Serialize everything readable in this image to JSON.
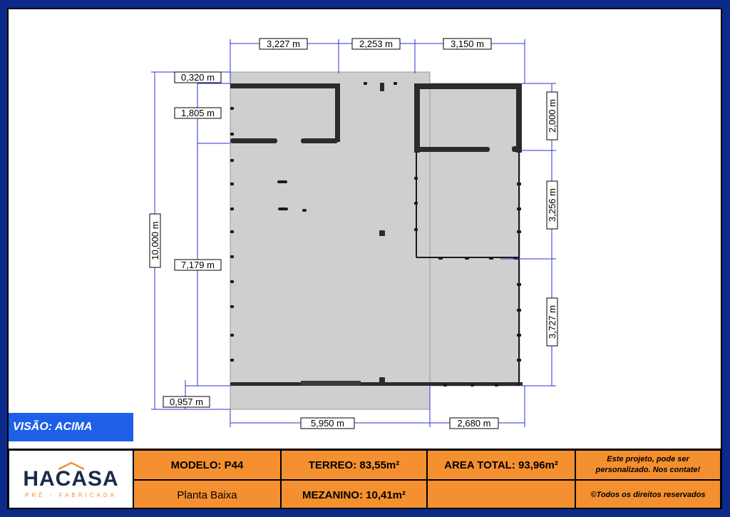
{
  "dimensions": {
    "top": [
      "3,227 m",
      "2,253 m",
      "3,150 m"
    ],
    "left": [
      "0,320 m",
      "1,805 m",
      "7,179 m",
      "0,957 m"
    ],
    "left_total": "10,000 m",
    "right": [
      "2,000 m",
      "3,256 m",
      "3,727 m"
    ],
    "bottom": [
      "5,950 m",
      "2,680 m"
    ]
  },
  "view_label": "VISÃO: ACIMA",
  "logo": {
    "word": "HACASA",
    "sub": "PRÉ - FABRICADA"
  },
  "footer": {
    "modelo": "MODELO: P44",
    "terreo": "TERREO: 83,55m²",
    "area_total": "AREA TOTAL: 93,96m²",
    "note": "Este projeto, pode ser personalizado. Nos contate!",
    "planta": "Planta Baixa",
    "mezanino": "MEZANINO: 10,41m²",
    "copyright": "©Todos os direitos reservados"
  },
  "colors": {
    "frame": "#0b2a8a",
    "accent": "#f4902f",
    "view_tag": "#1f5fe8",
    "floor": "#cfcfcf",
    "wall": "#2b2b2b",
    "dimension_line": "#2a33d6"
  }
}
